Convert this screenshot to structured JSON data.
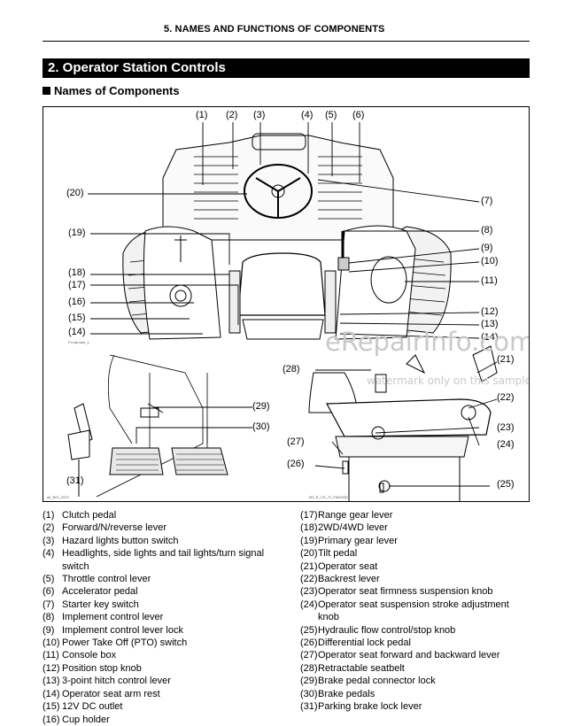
{
  "header": {
    "section": "5. NAMES AND FUNCTIONS OF COMPONENTS"
  },
  "band": {
    "title": "2.  Operator Station Controls"
  },
  "subheading": "Names of Components",
  "figure": {
    "labels": [
      "(1)",
      "(2)",
      "(3)",
      "(4)",
      "(5)",
      "(6)",
      "(7)",
      "(8)",
      "(9)",
      "(10)",
      "(11)",
      "(12)",
      "(13)",
      "(14)",
      "(15)",
      "(16)",
      "(17)",
      "(18)",
      "(19)",
      "(20)",
      "(21)",
      "(22)",
      "(23)",
      "(24)",
      "(25)",
      "(26)",
      "(27)",
      "(28)",
      "(29)",
      "(30)",
      "(31)"
    ],
    "label_14_left": "(14)",
    "captions": [
      "Fo.stp.size_1",
      "ab_BIO_0372",
      "f00_R_CS_71_F5n000D"
    ],
    "watermark": "eRepairInfo.com",
    "watermark_sub": "watermark only on this sample"
  },
  "legend_left": [
    {
      "n": "(1)",
      "t": "Clutch pedal"
    },
    {
      "n": "(2)",
      "t": "Forward/N/reverse lever"
    },
    {
      "n": "(3)",
      "t": "Hazard lights button switch"
    },
    {
      "n": "(4)",
      "t": "Headlights, side lights and tail lights/turn signal switch"
    },
    {
      "n": "(5)",
      "t": "Throttle control lever"
    },
    {
      "n": "(6)",
      "t": "Accelerator pedal"
    },
    {
      "n": "(7)",
      "t": "Starter key switch"
    },
    {
      "n": "(8)",
      "t": "Implement control lever"
    },
    {
      "n": "(9)",
      "t": "Implement control lever lock"
    },
    {
      "n": "(10)",
      "t": "Power Take Off (PTO) switch"
    },
    {
      "n": "(11)",
      "t": "Console box"
    },
    {
      "n": "(12)",
      "t": "Position stop knob"
    },
    {
      "n": "(13)",
      "t": "3-point hitch control lever"
    },
    {
      "n": "(14)",
      "t": "Operator seat arm rest"
    },
    {
      "n": "(15)",
      "t": "12V DC outlet"
    },
    {
      "n": "(16)",
      "t": "Cup holder"
    }
  ],
  "legend_right": [
    {
      "n": "(17)",
      "t": "Range gear lever"
    },
    {
      "n": "(18)",
      "t": "2WD/4WD lever"
    },
    {
      "n": "(19)",
      "t": "Primary gear lever"
    },
    {
      "n": "(20)",
      "t": "Tilt pedal"
    },
    {
      "n": "(21)",
      "t": "Operator seat"
    },
    {
      "n": "(22)",
      "t": "Backrest lever"
    },
    {
      "n": "(23)",
      "t": "Operator seat firmness suspension knob"
    },
    {
      "n": "(24)",
      "t": "Operator seat suspension stroke adjustment knob"
    },
    {
      "n": "(25)",
      "t": "Hydraulic flow control/stop knob"
    },
    {
      "n": "(26)",
      "t": "Differential lock pedal"
    },
    {
      "n": "(27)",
      "t": "Operator seat forward and backward lever"
    },
    {
      "n": "(28)",
      "t": "Retractable seatbelt"
    },
    {
      "n": "(29)",
      "t": "Brake pedal connector lock"
    },
    {
      "n": "(30)",
      "t": "Brake pedals"
    },
    {
      "n": "(31)",
      "t": "Parking brake lock lever"
    }
  ]
}
